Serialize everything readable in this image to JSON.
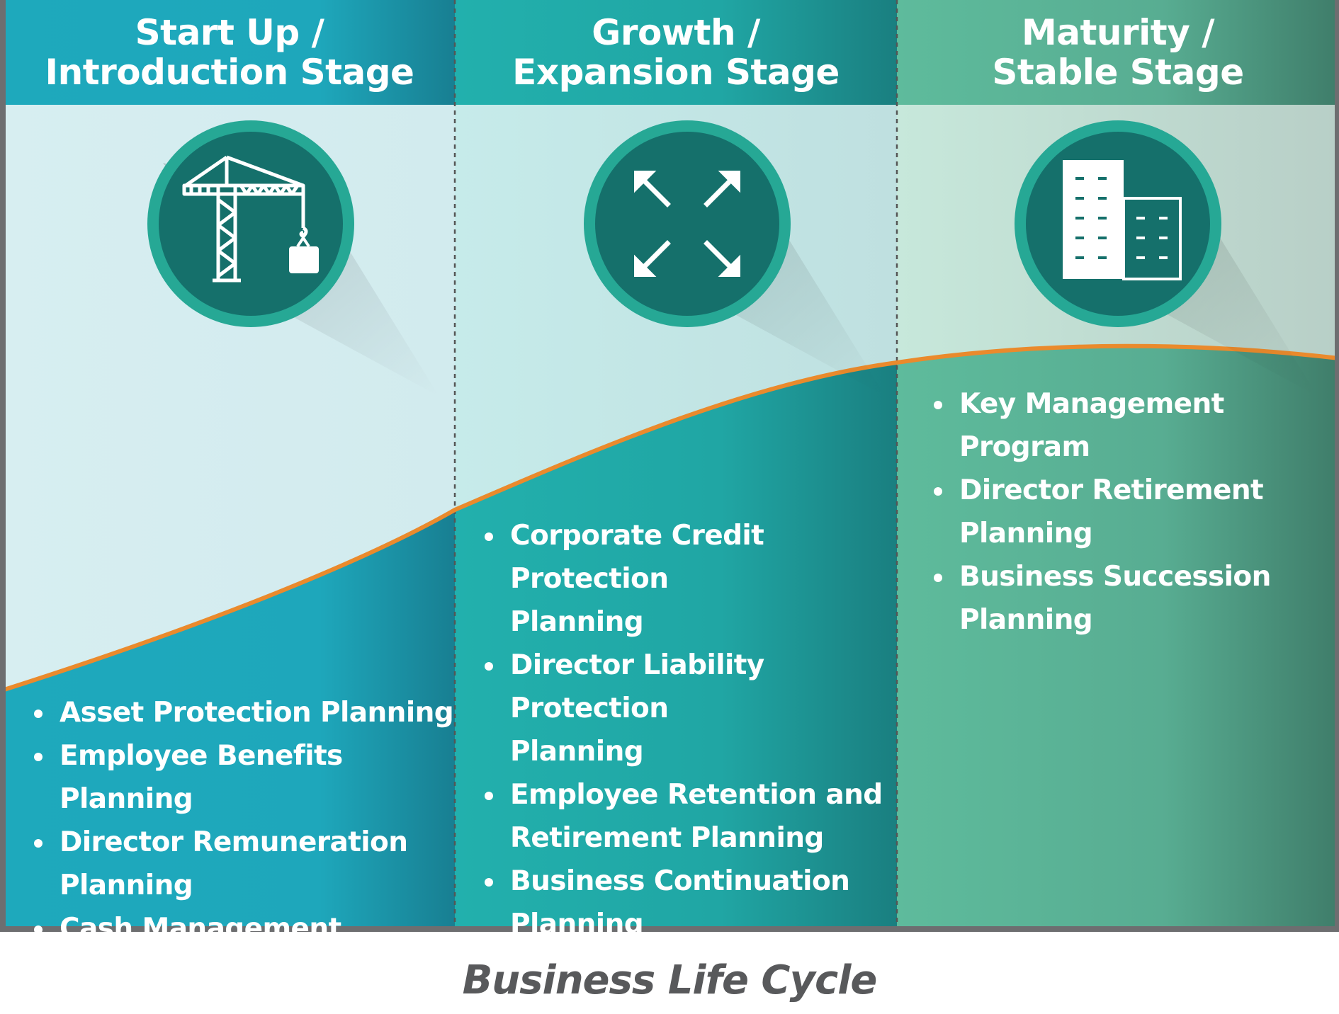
{
  "diagram": {
    "footer_title": "Business Life Cycle",
    "colors": {
      "stage1_header": "#1ea9bc",
      "stage2_header": "#22b0ad",
      "stage3_header": "#5ebb9c",
      "curve": "#ea8a2c",
      "icon_ring": "#26a895",
      "icon_core": "#15706b",
      "border": "#6d6e70",
      "footer_text": "#58595b"
    },
    "stages": [
      {
        "title_line1": "Start Up /",
        "title_line2": "Introduction Stage",
        "icon": "crane-icon",
        "items": [
          {
            "line1": "Asset Protection Planning"
          },
          {
            "line1": "Employee Benefits Planning"
          },
          {
            "line1": "Director Remuneration",
            "line2": "Planning"
          },
          {
            "line1": "Cash Management Planning"
          }
        ]
      },
      {
        "title_line1": "Growth /",
        "title_line2": "Expansion Stage",
        "icon": "expand-arrows-icon",
        "items": [
          {
            "line1": "Corporate Credit Protection",
            "line2": "Planning"
          },
          {
            "line1": "Director Liability Protection",
            "line2": "Planning"
          },
          {
            "line1": "Employee Retention and",
            "line2": "Retirement Planning"
          },
          {
            "line1": "Business Continuation",
            "line2": "Planning"
          }
        ]
      },
      {
        "title_line1": "Maturity /",
        "title_line2": "Stable Stage",
        "icon": "buildings-icon",
        "items": [
          {
            "line1": "Key Management Program"
          },
          {
            "line1": "Director Retirement",
            "line2": "Planning"
          },
          {
            "line1": "Business Succession",
            "line2": "Planning"
          }
        ]
      }
    ]
  }
}
